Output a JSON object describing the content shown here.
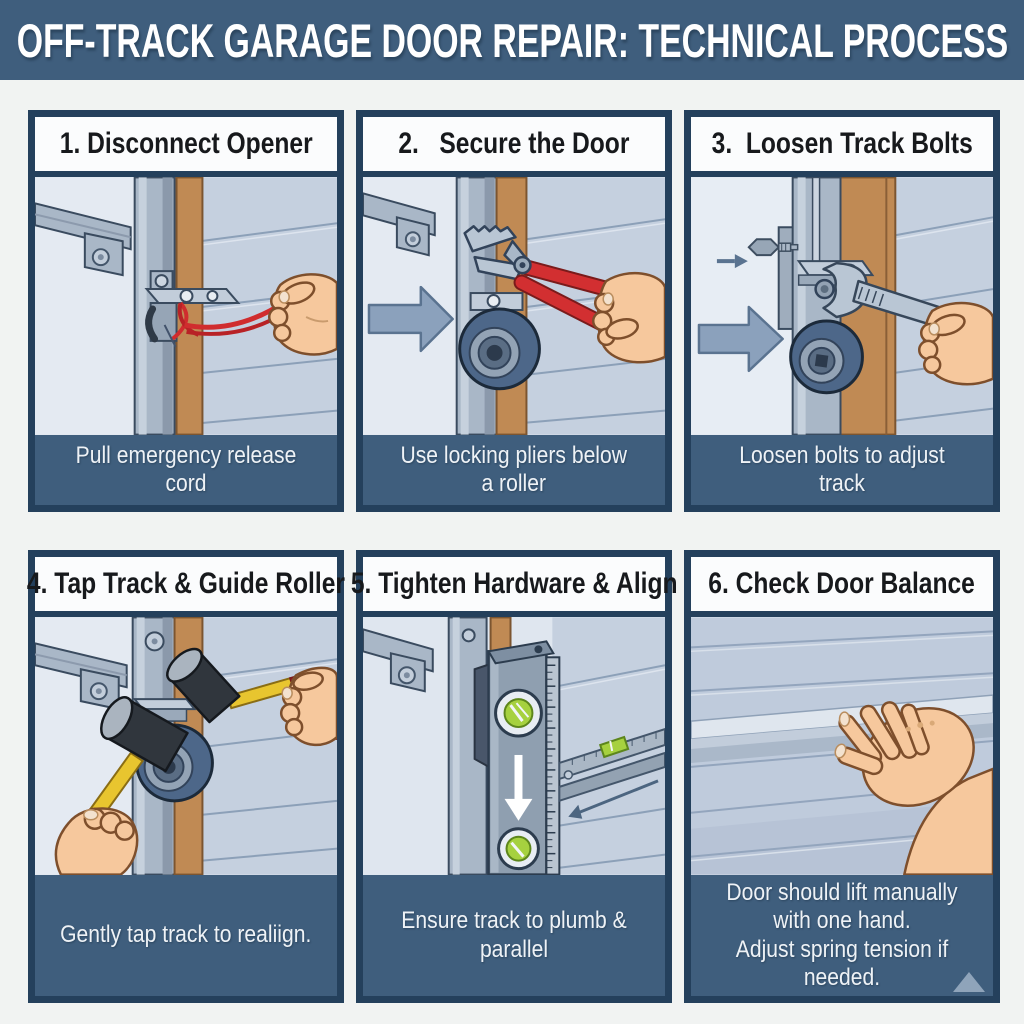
{
  "header": {
    "title": "OFF-TRACK GARAGE DOOR REPAIR: TECHNICAL PROCESS"
  },
  "panels": [
    {
      "title": "1. Disconnect Opener",
      "caption": "Pull emergency release cord",
      "illustration": "pull-emergency-release-cord"
    },
    {
      "title": "2.   Secure the Door",
      "caption": "Use locking pliers below\na roller",
      "illustration": "locking-pliers-below-roller"
    },
    {
      "title": "3.  Loosen Track Bolts",
      "caption": "Loosen bolts to adjust track",
      "illustration": "wrench-loosening-track-bolt"
    },
    {
      "title": "4. Tap Track & Guide Roller",
      "caption": "Gently tap track to realiign.",
      "illustration": "rubber-mallets-tapping-track"
    },
    {
      "title": "5. Tighten Hardware & Align",
      "caption": "Ensure track to plumb & parallel",
      "illustration": "level-checking-track-plumb"
    },
    {
      "title": "6. Check Door Balance",
      "caption": "Door should lift manually with one hand.\nAdjust spring tension if needed.",
      "illustration": "hand-lifting-door-panel"
    }
  ],
  "colors": {
    "header_bg": "#3f5e7d",
    "caption_bg": "#3f5e7d",
    "panel_border": "#24405c",
    "title_text": "#17191c",
    "caption_text": "#eef2f6",
    "page_bg": "#f1f3f2",
    "accent_red": "#d22f31",
    "roller_blue": "#4d6789",
    "wood_tan": "#c08a54",
    "level_green": "#a6d13f"
  }
}
